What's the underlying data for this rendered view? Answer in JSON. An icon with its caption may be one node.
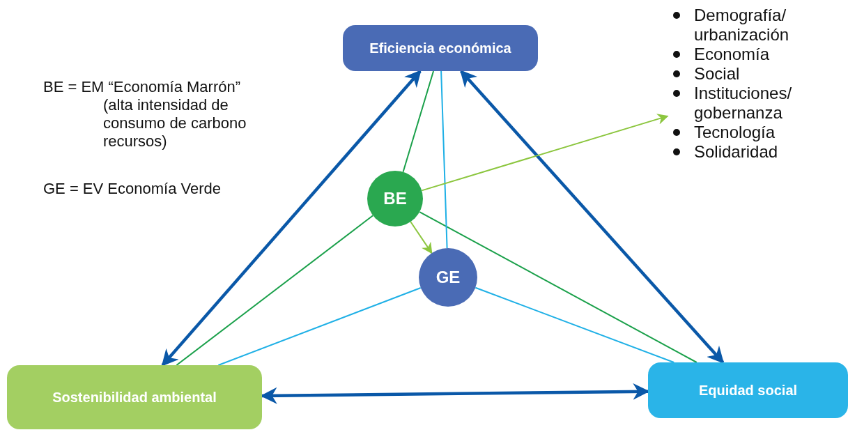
{
  "diagram": {
    "nodes": [
      {
        "text": [
          "Eficiencia económica"
        ]
      },
      {
        "text": [
          "Sostenibilidad ambiental"
        ]
      },
      {
        "text": [
          "Equidad social"
        ]
      },
      {
        "text": [
          "BE"
        ]
      },
      {
        "text": [
          "GE"
        ]
      },
      {
        "text": [
          "Demografía/ urbanización",
          "Economía",
          "Social",
          "Instituciones/ gobernanza",
          "Tecnología",
          "Solidaridad"
        ]
      }
    ],
    "edges": [
      {
        "from": 0,
        "to": 1,
        "arrow": "both",
        "style": "thick"
      },
      {
        "from": 0,
        "to": 2,
        "arrow": "both",
        "style": "thick"
      },
      {
        "from": 1,
        "to": 2,
        "arrow": "both",
        "style": "thick"
      },
      {
        "from": 3,
        "to": 0,
        "arrow": "none",
        "color": "#1aa04a"
      },
      {
        "from": 3,
        "to": 1,
        "arrow": "none",
        "color": "#1aa04a"
      },
      {
        "from": 3,
        "to": 2,
        "arrow": "none",
        "color": "#1aa04a"
      },
      {
        "from": 4,
        "to": 0,
        "arrow": "none",
        "color": "#1fb0e6"
      },
      {
        "from": 4,
        "to": 1,
        "arrow": "none",
        "color": "#1fb0e6"
      },
      {
        "from": 4,
        "to": 2,
        "arrow": "none",
        "color": "#1fb0e6"
      },
      {
        "from": 3,
        "to": 4,
        "arrow": "to",
        "color": "#8cc63f"
      },
      {
        "from": 3,
        "to": 5,
        "arrow": "to",
        "color": "#8cc63f"
      }
    ],
    "labels": [
      "BE = EM “Economía Marrón” (alta intensidad de consumo de carbono recursos)",
      "GE = EV Economía Verde"
    ]
  }
}
